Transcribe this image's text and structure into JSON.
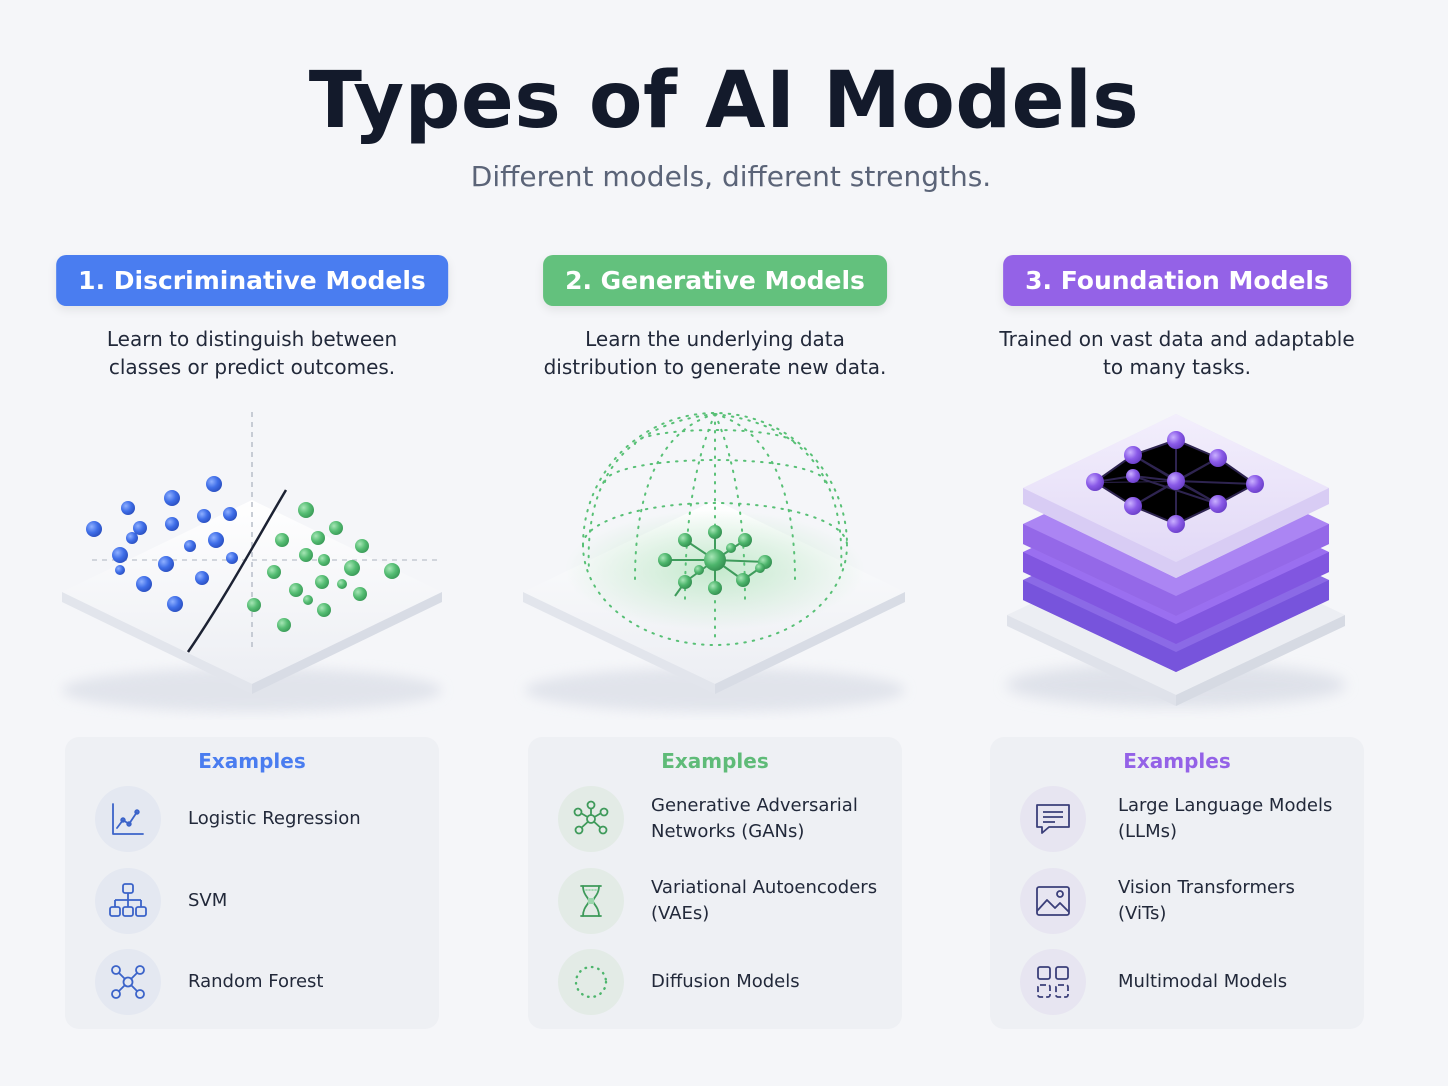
{
  "title": "Types of AI Models",
  "subtitle": "Different models, different strengths.",
  "colors": {
    "discriminative": "#4a7df0",
    "generative": "#63c17d",
    "foundation": "#9462e7",
    "title": "#131a2b",
    "subtitle": "#5b6478",
    "background": "#f5f6f9"
  },
  "columns": [
    {
      "heading": "1. Discriminative Models",
      "description": [
        "Learn to distinguish between",
        "classes or predict outcomes."
      ],
      "illustration": "decision-boundary-scatter",
      "examples_title": "Examples",
      "examples": [
        {
          "label": [
            "Logistic Regression"
          ],
          "icon": "line-chart-icon"
        },
        {
          "label": [
            "SVM"
          ],
          "icon": "hierarchy-icon"
        },
        {
          "label": [
            "Random Forest"
          ],
          "icon": "network-icon"
        }
      ]
    },
    {
      "heading": "2. Generative Models",
      "description": [
        "Learn the underlying data",
        "distribution to generate new data."
      ],
      "illustration": "dotted-dome-cluster",
      "examples_title": "Examples",
      "examples": [
        {
          "label": [
            "Generative Adversarial",
            "Networks (GANs)"
          ],
          "icon": "molecule-icon"
        },
        {
          "label": [
            "Variational Autoencoders",
            "(VAEs)"
          ],
          "icon": "hourglass-icon"
        },
        {
          "label": [
            "Diffusion Models"
          ],
          "icon": "dotted-circle-icon"
        }
      ]
    },
    {
      "heading": "3. Foundation Models",
      "description": [
        "Trained on vast data and adaptable",
        "to many tasks."
      ],
      "illustration": "layered-stack-network",
      "examples_title": "Examples",
      "examples": [
        {
          "label": [
            "Large Language Models",
            "(LLMs)"
          ],
          "icon": "chat-icon"
        },
        {
          "label": [
            "Vision Transformers",
            "(ViTs)"
          ],
          "icon": "image-icon"
        },
        {
          "label": [
            "Multimodal Models"
          ],
          "icon": "grid-icon"
        }
      ]
    }
  ]
}
